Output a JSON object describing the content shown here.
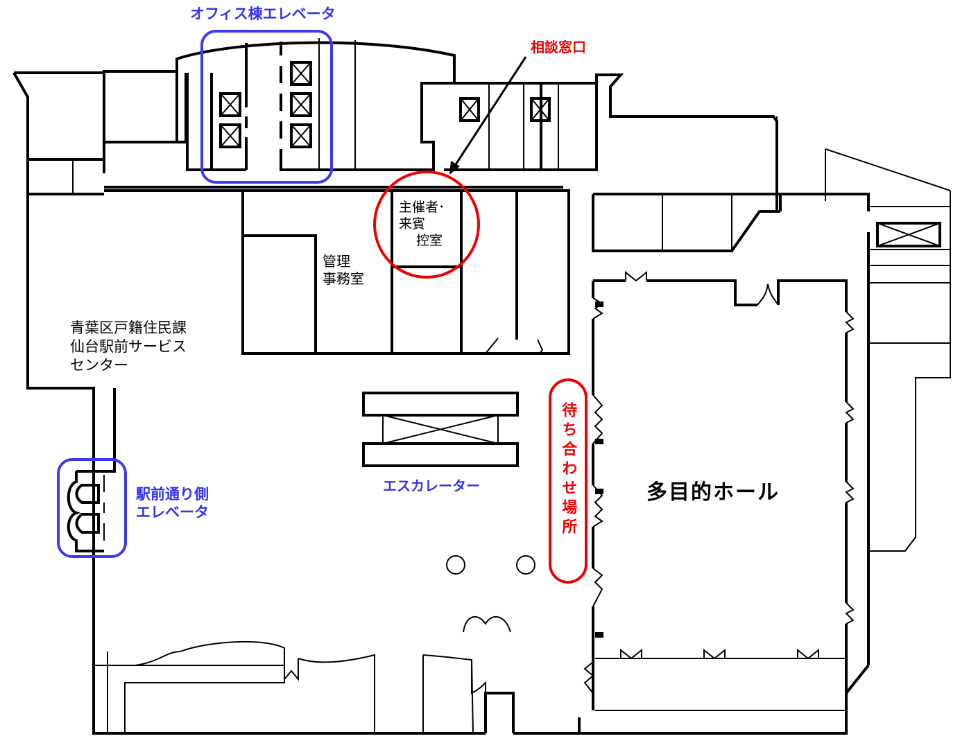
{
  "map": {
    "title": "Floor plan",
    "colors": {
      "highlight_blue": "#3b3bf0",
      "highlight_red": "#ee0000",
      "wall": "#000000"
    }
  },
  "labels": {
    "office_elevator": "オフィス棟エレベータ",
    "consultation_desk": "相談窓口",
    "organizer_room": "主催者･\n来賓\n　 控室",
    "management_office": "管理\n事務室",
    "ward_service_center": "青葉区戸籍住民課\n仙台駅前サービス\nセンター",
    "station_side_elevator": "駅前通り側\nエレベータ",
    "escalator": "エスカレーター",
    "meeting_place": "待ち合わせ場所",
    "multipurpose_hall": "多目的ホール"
  },
  "icons": {
    "elevator_shaft": "elevator-shaft-icon",
    "escalator": "escalator-icon",
    "column": "column-icon",
    "door": "door-swing-icon",
    "arrow": "arrow-icon"
  }
}
